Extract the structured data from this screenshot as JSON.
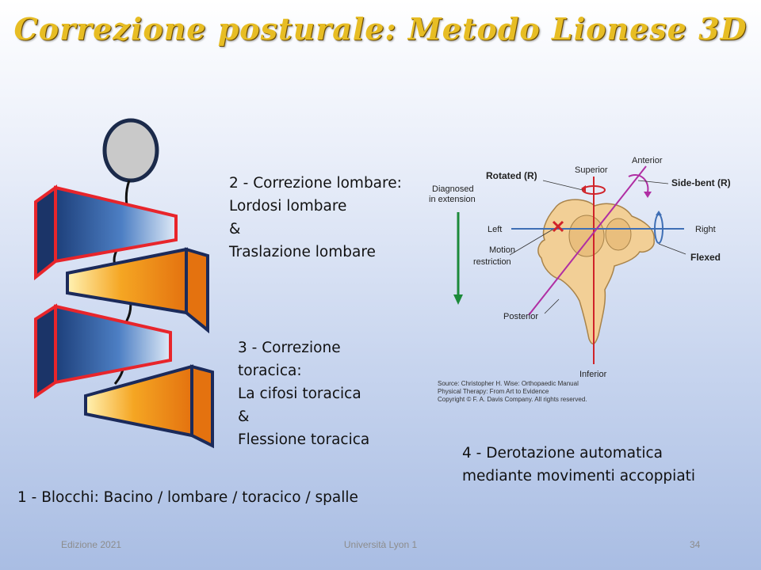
{
  "slide": {
    "title": "Correzione posturale: Metodo Lionese 3D",
    "item2": [
      "2 - Correzione lombare:",
      "Lordosi lombare",
      "&",
      "Traslazione lombare"
    ],
    "item3": [
      "3 - Correzione",
      "toracica:",
      "La cifosi toracica",
      "&",
      "Flessione toracica"
    ],
    "item4": [
      "4 - Derotazione automatica",
      "mediante movimenti accoppiati"
    ],
    "item1": "1 - Blocchi: Bacino / lombare / toracico / spalle"
  },
  "diagram": {
    "labels": {
      "rotated": "Rotated (R)",
      "superior": "Superior",
      "anterior": "Anterior",
      "side_bent": "Side-bent (R)",
      "diagnosed": [
        "Diagnosed",
        "in extension"
      ],
      "left": "Left",
      "right": "Right",
      "motion": [
        "Motion",
        "restriction"
      ],
      "flexed": "Flexed",
      "posterior": "Posterior",
      "inferior": "Inferior"
    },
    "source": [
      "Source: Christopher H. Wise: Orthopaedic Manual",
      "Physical Therapy: From Art to Evidence",
      "Copyright © F. A. Davis Company. All rights reserved."
    ]
  },
  "footer": {
    "edition": "Edizione 2021",
    "university": "Università Lyon 1",
    "page": "34"
  }
}
